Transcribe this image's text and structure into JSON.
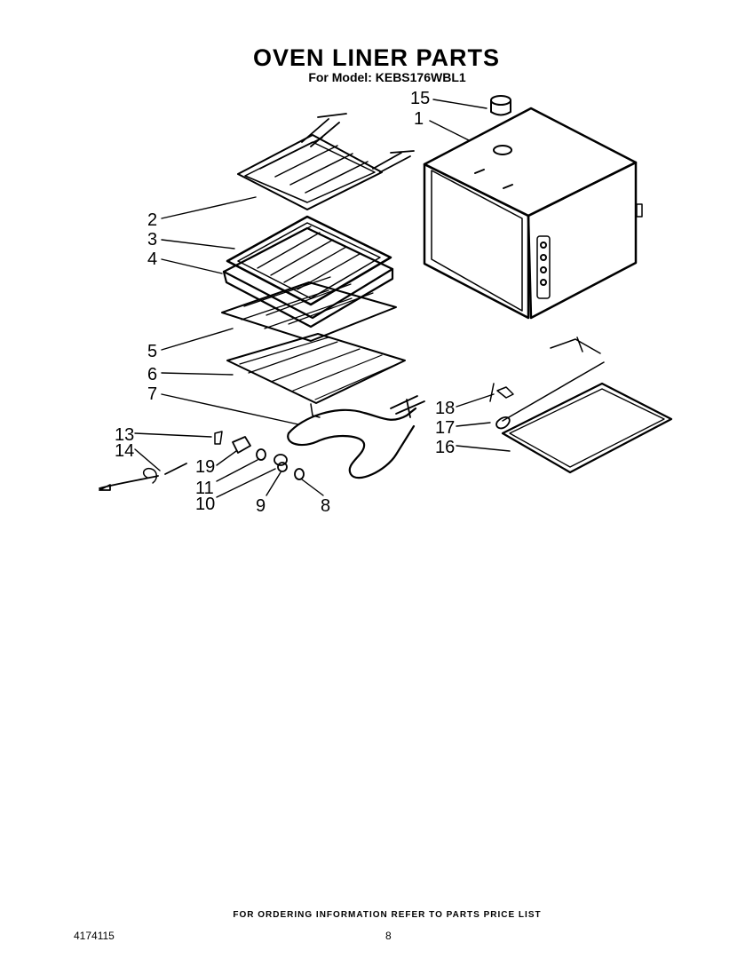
{
  "header": {
    "title": "OVEN LINER PARTS",
    "model_line": "For Model: KEBS176WBL1"
  },
  "callouts": {
    "c1": "1",
    "c2": "2",
    "c3": "3",
    "c4": "4",
    "c5": "5",
    "c6": "6",
    "c7": "7",
    "c8": "8",
    "c9": "9",
    "c10": "10",
    "c11": "11",
    "c13": "13",
    "c14": "14",
    "c15": "15",
    "c16": "16",
    "c17": "17",
    "c18": "18",
    "c19": "19"
  },
  "footer": {
    "ordering_note": "FOR ORDERING INFORMATION REFER TO PARTS PRICE LIST",
    "doc_number": "4174115",
    "page_number": "8"
  }
}
